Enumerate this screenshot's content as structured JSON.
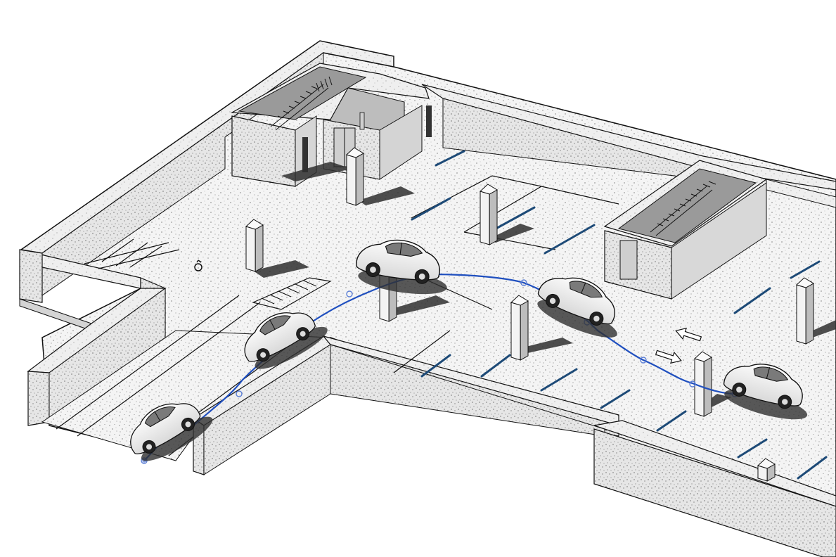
{
  "scene": {
    "view": "isometric-3d",
    "subject": "underground-parking-garage",
    "surface_texture": "speckled-concrete",
    "colors": {
      "background": "#ffffff",
      "floor": "#f4f4f4",
      "wall_top": "#ececec",
      "wall_side": "#e2e2e2",
      "shadow": "#3a3a3a",
      "outline": "#111111",
      "path": "#1f4fbf",
      "path_node": "#5c7fd6",
      "drain": "#1d4a77",
      "car_body": "#f6f6f6"
    },
    "icons": [
      "accessible-parking-icon",
      "direction-arrow-left-icon",
      "direction-arrow-right-icon"
    ],
    "cars_count": 5,
    "columns_count": 9,
    "stair_cores_count": 2
  }
}
